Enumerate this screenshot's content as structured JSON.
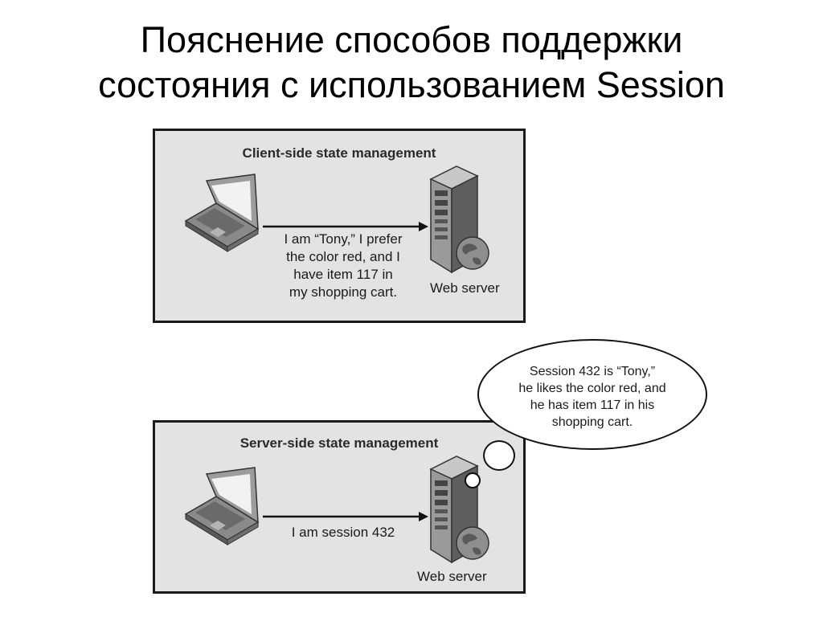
{
  "slide": {
    "title_line1": "Пояснение способов поддержки",
    "title_line2": "состояния с использованием Session"
  },
  "client_panel": {
    "title": "Client-side state management",
    "message_lines": [
      "I am “Tony,” I prefer",
      "the color red, and I",
      "have item 117 in",
      "my shopping cart."
    ],
    "server_label": "Web server",
    "laptop_icon": "laptop-icon",
    "server_icon": "web-server-icon"
  },
  "server_panel": {
    "title": "Server-side state management",
    "message": "I am session 432",
    "server_label": "Web server",
    "laptop_icon": "laptop-icon",
    "server_icon": "web-server-icon"
  },
  "thought_bubble": {
    "lines": [
      "Session 432 is “Tony,”",
      "he likes the color red, and",
      "he has item 117 in his",
      "shopping cart."
    ]
  },
  "colors": {
    "panel_background": "#e3e3e3",
    "panel_border": "#1a1a1a",
    "arrow": "#111111"
  }
}
